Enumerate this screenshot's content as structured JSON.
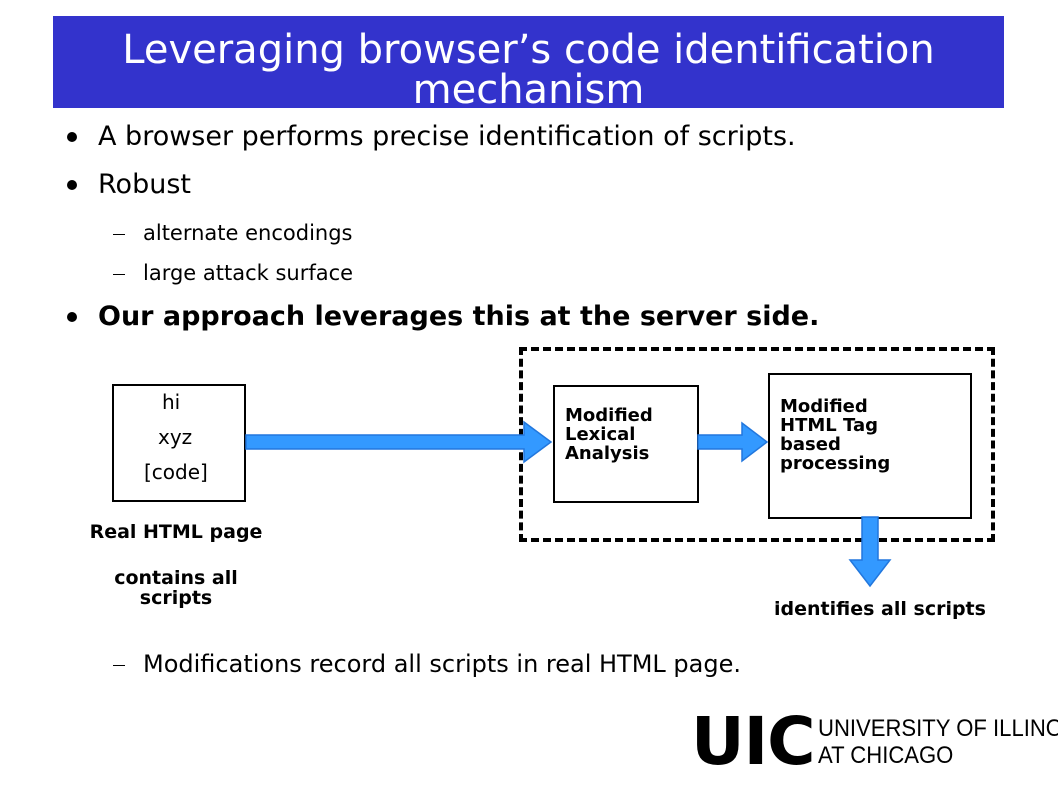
{
  "title": {
    "line1": "Leveraging browser’s code identification",
    "line2": "mechanism"
  },
  "bullets": [
    {
      "text": "A browser performs precise identification of scripts."
    },
    {
      "text": "Robust"
    },
    {
      "text": "Our approach leverages this at the server side."
    }
  ],
  "sub_bullets": [
    {
      "text": "alternate encodings"
    },
    {
      "text": "large attack surface"
    }
  ],
  "footnote": {
    "text": "Modifications record all scripts in real HTML page."
  },
  "diagram": {
    "page_box": {
      "lines": [
        "hi",
        "xyz",
        "[code]"
      ]
    },
    "page_caption_1": "Real HTML page",
    "page_caption_2": "contains all\nscripts",
    "lexical_box": "Modified\nLexical\nAnalysis",
    "tag_box": "Modified\nHTML Tag\nbased\nprocessing",
    "output_caption": "identifies all scripts",
    "arrow_color": "#3399ff"
  },
  "logo": {
    "mark": "UIC",
    "line1": "UNIVERSITY OF ILLINOIS",
    "line2": "AT CHICAGO"
  },
  "colors": {
    "title_bg": "#3333cc",
    "title_text": "#ffffff"
  }
}
